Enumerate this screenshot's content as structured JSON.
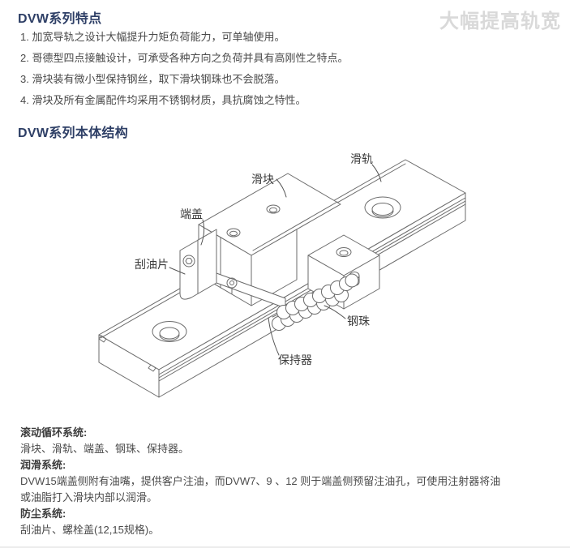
{
  "page": {
    "watermark": "大幅提高轨宽",
    "colors": {
      "heading": "#2e3f66",
      "body_text": "#4a4a4a",
      "watermark": "#d9d9d9",
      "drawing_line": "#6b6b6b"
    }
  },
  "features_section": {
    "title": "DVW系列特点",
    "items": [
      "1. 加宽导轨之设计大幅提升力矩负荷能力，可单轴使用。",
      "2. 哥德型四点接触设计，可承受各种方向之负荷并具有高刚性之特点。",
      "3. 滑块装有微小型保持钢丝，取下滑块钢珠也不会脱落。",
      "4. 滑块及所有金属配件均采用不锈钢材质，具抗腐蚀之特性。"
    ]
  },
  "structure_section": {
    "title": "DVW系列本体结构",
    "diagram_labels": {
      "slider": "滑块",
      "rail": "滑轨",
      "end_cap": "端盖",
      "oil_scraper": "刮油片",
      "steel_ball": "钢珠",
      "retainer": "保持器"
    }
  },
  "systems_section": {
    "rolling": {
      "title": "滚动循环系统:",
      "body": "滑块、滑轨、端盖、钢珠、保持器。"
    },
    "lubrication": {
      "title": "润滑系统:",
      "body_line1": "DVW15端盖侧附有油嘴，提供客户注油，而DVW7、9 、12 则于端盖侧预留注油孔，可使用注射器将油",
      "body_line2": "或油脂打入滑块内部以润滑。"
    },
    "dustproof": {
      "title": "防尘系统:",
      "body": "刮油片、螺栓盖(12,15规格)。"
    }
  }
}
